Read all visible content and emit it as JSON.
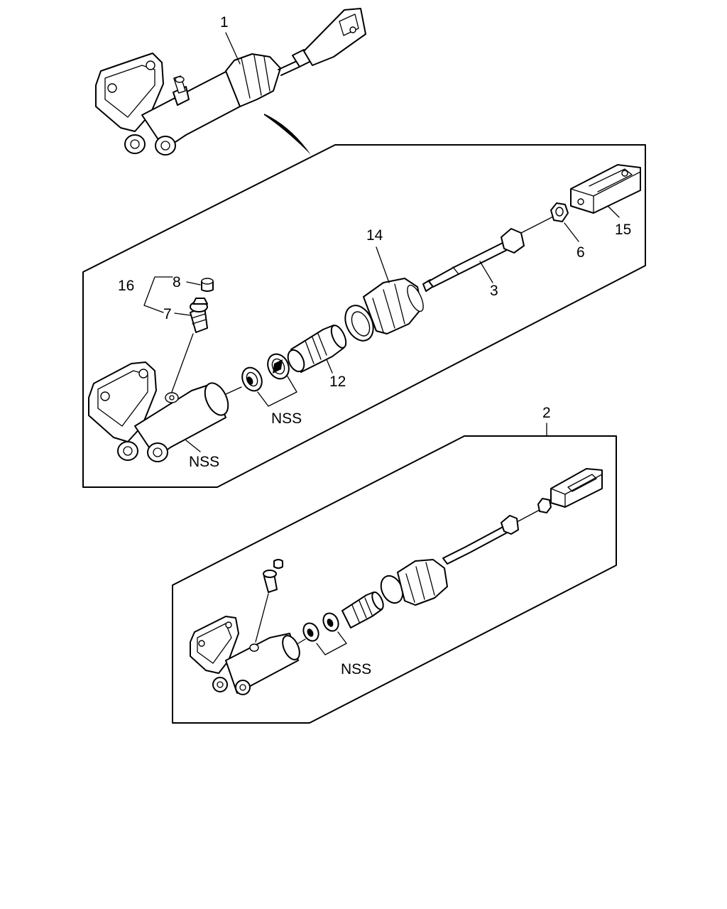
{
  "assembly_labels": {
    "upper": "1",
    "lower": "2"
  },
  "part_labels": {
    "pushrod": "3",
    "nut": "6",
    "bleeder_screw": "7",
    "bleeder_cap": "8",
    "piston": "12",
    "boot": "14",
    "clevis": "15",
    "bleeder_kit": "16"
  },
  "nss_labels": {
    "body": "NSS",
    "seals": "NSS",
    "lower_seals": "NSS"
  }
}
